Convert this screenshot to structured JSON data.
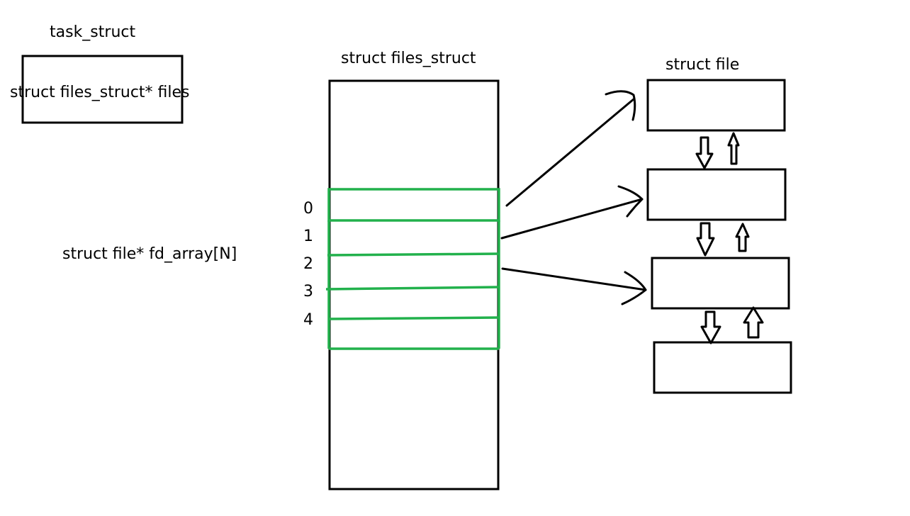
{
  "labels": {
    "task_struct": "task_struct",
    "files_pointer": "struct files_struct* files",
    "files_struct": "struct files_struct",
    "struct_file": "struct file",
    "fd_array": "struct file* fd_array[N]"
  },
  "fd_indices": [
    "0",
    "1",
    "2",
    "3",
    "4"
  ],
  "colors": {
    "stroke": "#000000",
    "fd_slot_stroke": "#22b14c",
    "background": "#ffffff"
  }
}
